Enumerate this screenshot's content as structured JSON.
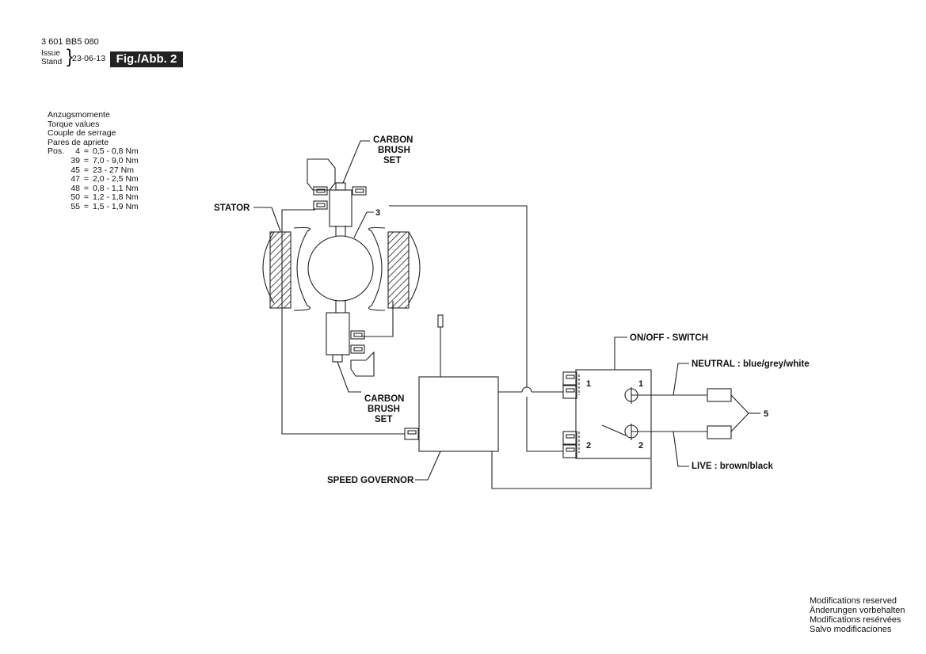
{
  "header": {
    "part_number": "3 601 BB5 080",
    "issue_label_1": "Issue",
    "issue_label_2": "Stand",
    "issue_date": "23-06-13",
    "figure": "Fig./Abb. 2"
  },
  "torque": {
    "titles": [
      "Anzugsmomente",
      "Torque values",
      "Couple de serrage",
      "Pares de apriete"
    ],
    "pos_label": "Pos.",
    "rows": [
      {
        "pos": "4",
        "eq": "=",
        "value": "0,5 - 0,8 Nm"
      },
      {
        "pos": "39",
        "eq": "=",
        "value": "7,0 - 9,0 Nm"
      },
      {
        "pos": "45",
        "eq": "=",
        "value": "23  -  27 Nm"
      },
      {
        "pos": "47",
        "eq": "=",
        "value": "2,0 - 2,5 Nm"
      },
      {
        "pos": "48",
        "eq": "=",
        "value": "0,8 - 1,1 Nm"
      },
      {
        "pos": "50",
        "eq": "=",
        "value": "1,2 - 1,8 Nm"
      },
      {
        "pos": "55",
        "eq": "=",
        "value": "1,5 - 1,9 Nm"
      }
    ]
  },
  "diagram": {
    "carbon_top_1": "CARBON",
    "carbon_top_2": "BRUSH",
    "carbon_top_3": "SET",
    "carbon_bot_1": "CARBON",
    "carbon_bot_2": "BRUSH",
    "carbon_bot_3": "SET",
    "stator": "STATOR",
    "armature_num": "3",
    "speed_governor": "SPEED GOVERNOR",
    "switch": "ON/OFF - SWITCH",
    "neutral": "NEUTRAL : blue/grey/white",
    "live": "LIVE : brown/black",
    "plug_num": "5",
    "term_1_left": "1",
    "term_1_right": "1",
    "term_2_left": "2",
    "term_2_right": "2"
  },
  "footer": {
    "lines": [
      "Modifications reserved",
      "Änderungen vorbehalten",
      "Modifications resérvées",
      "Salvo modificaciones"
    ]
  }
}
